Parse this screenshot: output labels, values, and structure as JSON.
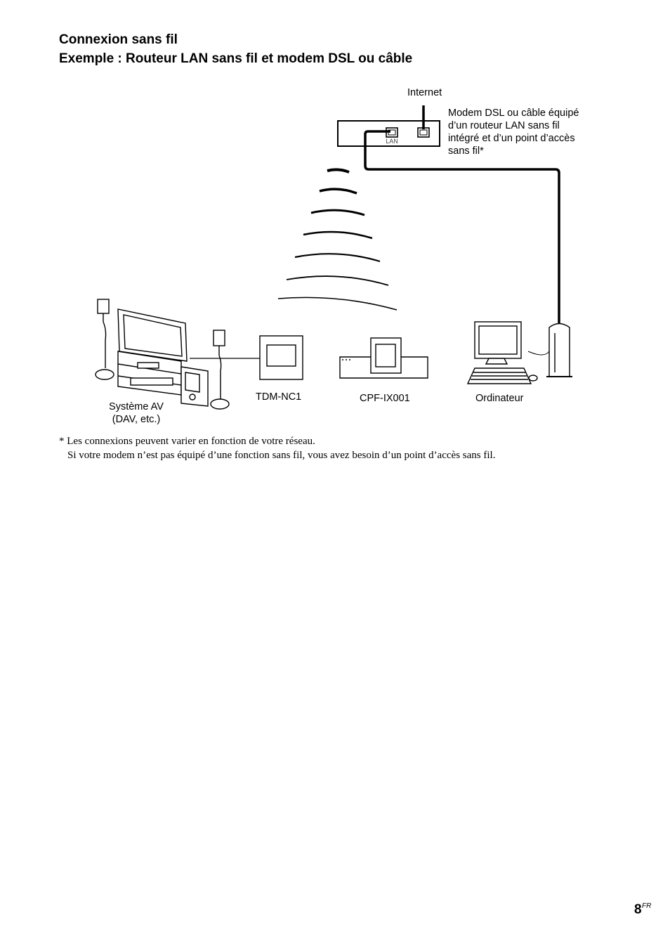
{
  "title": "Connexion sans fil",
  "subtitle": "Exemple : Routeur LAN sans fil et modem DSL ou câble",
  "diagram": {
    "internet_label": "Internet",
    "lan_port_label": "LAN",
    "modem_label_lines": [
      "Modem DSL ou câble équipé",
      "d’un routeur LAN sans fil",
      "intégré et d’un point d’accès",
      "sans fil*"
    ],
    "av_system_label_lines": [
      "Système AV",
      "(DAV, etc.)"
    ],
    "tdm_label": "TDM-NC1",
    "cpf_label": "CPF-IX001",
    "computer_label": "Ordinateur"
  },
  "footnote": {
    "line1": "* Les connexions peuvent varier en fonction de votre réseau.",
    "line2": "Si votre modem n’est pas équipé d’une fonction sans fil, vous avez besoin d’un point d’accès sans fil."
  },
  "page": {
    "number": "8",
    "lang": "FR"
  }
}
